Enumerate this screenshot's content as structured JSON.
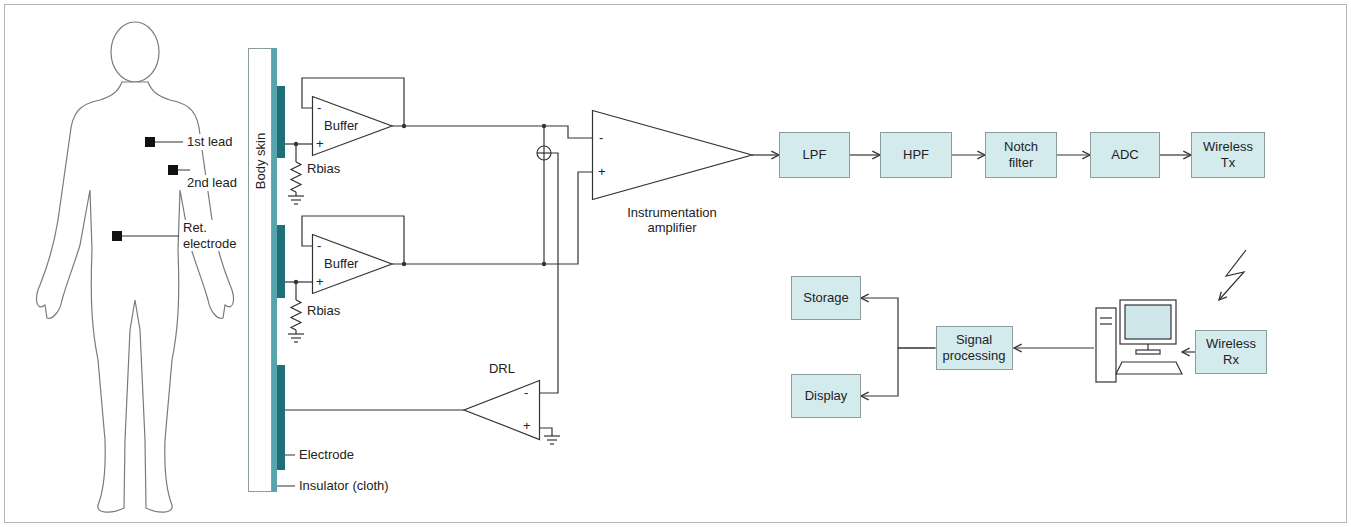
{
  "diagram": {
    "nodes": [
      {
        "text": [
          "Body skin"
        ]
      },
      {
        "text": [
          "-",
          "Buffer",
          "+"
        ]
      },
      {
        "text": [
          "-",
          "Buffer",
          "+"
        ]
      },
      {
        "text": [
          "-",
          "+",
          "Instrumentation amplifier"
        ]
      },
      {
        "text": [
          "DRL",
          "-",
          "+"
        ]
      },
      {
        "text": [
          "LPF"
        ]
      },
      {
        "text": [
          "HPF"
        ]
      },
      {
        "text": [
          "Notch filter"
        ]
      },
      {
        "text": [
          "ADC"
        ]
      },
      {
        "text": [
          "Wireless Tx"
        ]
      },
      {
        "text": [
          "Storage"
        ]
      },
      {
        "text": [
          "Signal processing"
        ]
      },
      {
        "text": [
          "Wireless Rx"
        ]
      },
      {
        "text": [
          "Display"
        ]
      }
    ],
    "edges": [
      {
        "from": 1,
        "to": 3,
        "arrow": "none"
      },
      {
        "from": 2,
        "to": 3,
        "arrow": "none"
      },
      {
        "from": 3,
        "to": 5,
        "arrow": "to"
      },
      {
        "from": 5,
        "to": 6,
        "arrow": "to"
      },
      {
        "from": 6,
        "to": 7,
        "arrow": "to"
      },
      {
        "from": 7,
        "to": 8,
        "arrow": "to"
      },
      {
        "from": 8,
        "to": 9,
        "arrow": "to"
      },
      {
        "from": 11,
        "to": 10,
        "arrow": "to"
      },
      {
        "from": 11,
        "to": 13,
        "arrow": "to"
      }
    ],
    "labels": [
      "1st lead",
      "2nd lead",
      "Ret. electrode",
      "Rbias",
      "Rbias",
      "Electrode",
      "Insulator (cloth)"
    ]
  }
}
